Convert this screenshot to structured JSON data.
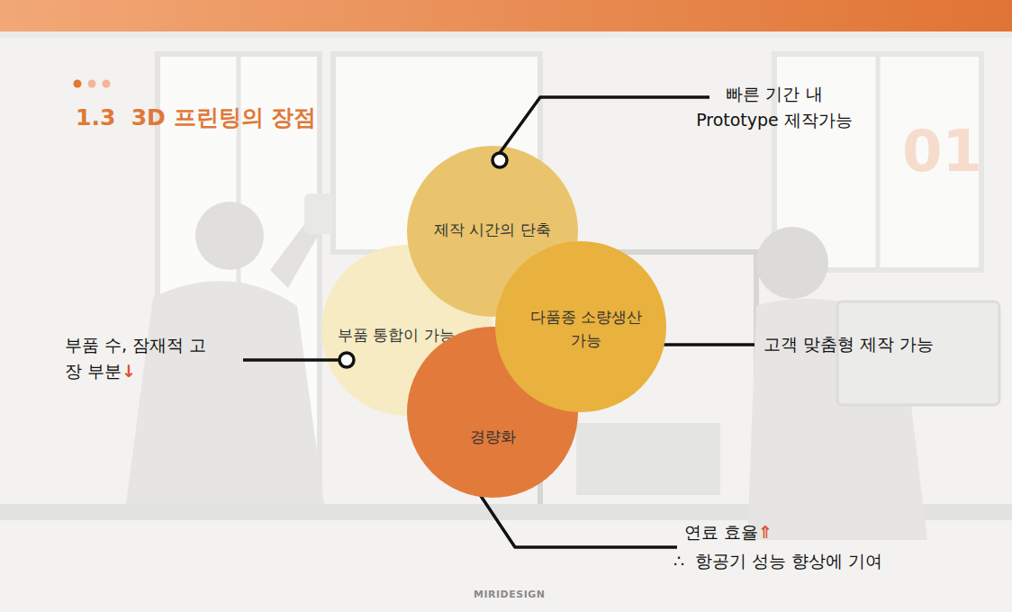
{
  "diagram": {
    "title": "1.3  3D 프린팅의 장점",
    "nodes": [
      {
        "text": [
          "제작 시간의 단축"
        ]
      },
      {
        "text": [
          "부품 통합이 가능"
        ]
      },
      {
        "text": [
          "다품종 소량생산 가능"
        ]
      },
      {
        "text": [
          "경량화"
        ]
      }
    ],
    "labels": [
      "01",
      "빠른 기간 내 Prototype 제작가능",
      "고객 맞춤형 제작 가능",
      "부품 수, 잠재적 고장 부분",
      "↓",
      "연료 효율",
      "⇑",
      "∴",
      "항공기 성능 향상에 기여",
      "MIRIDESIGN"
    ]
  }
}
